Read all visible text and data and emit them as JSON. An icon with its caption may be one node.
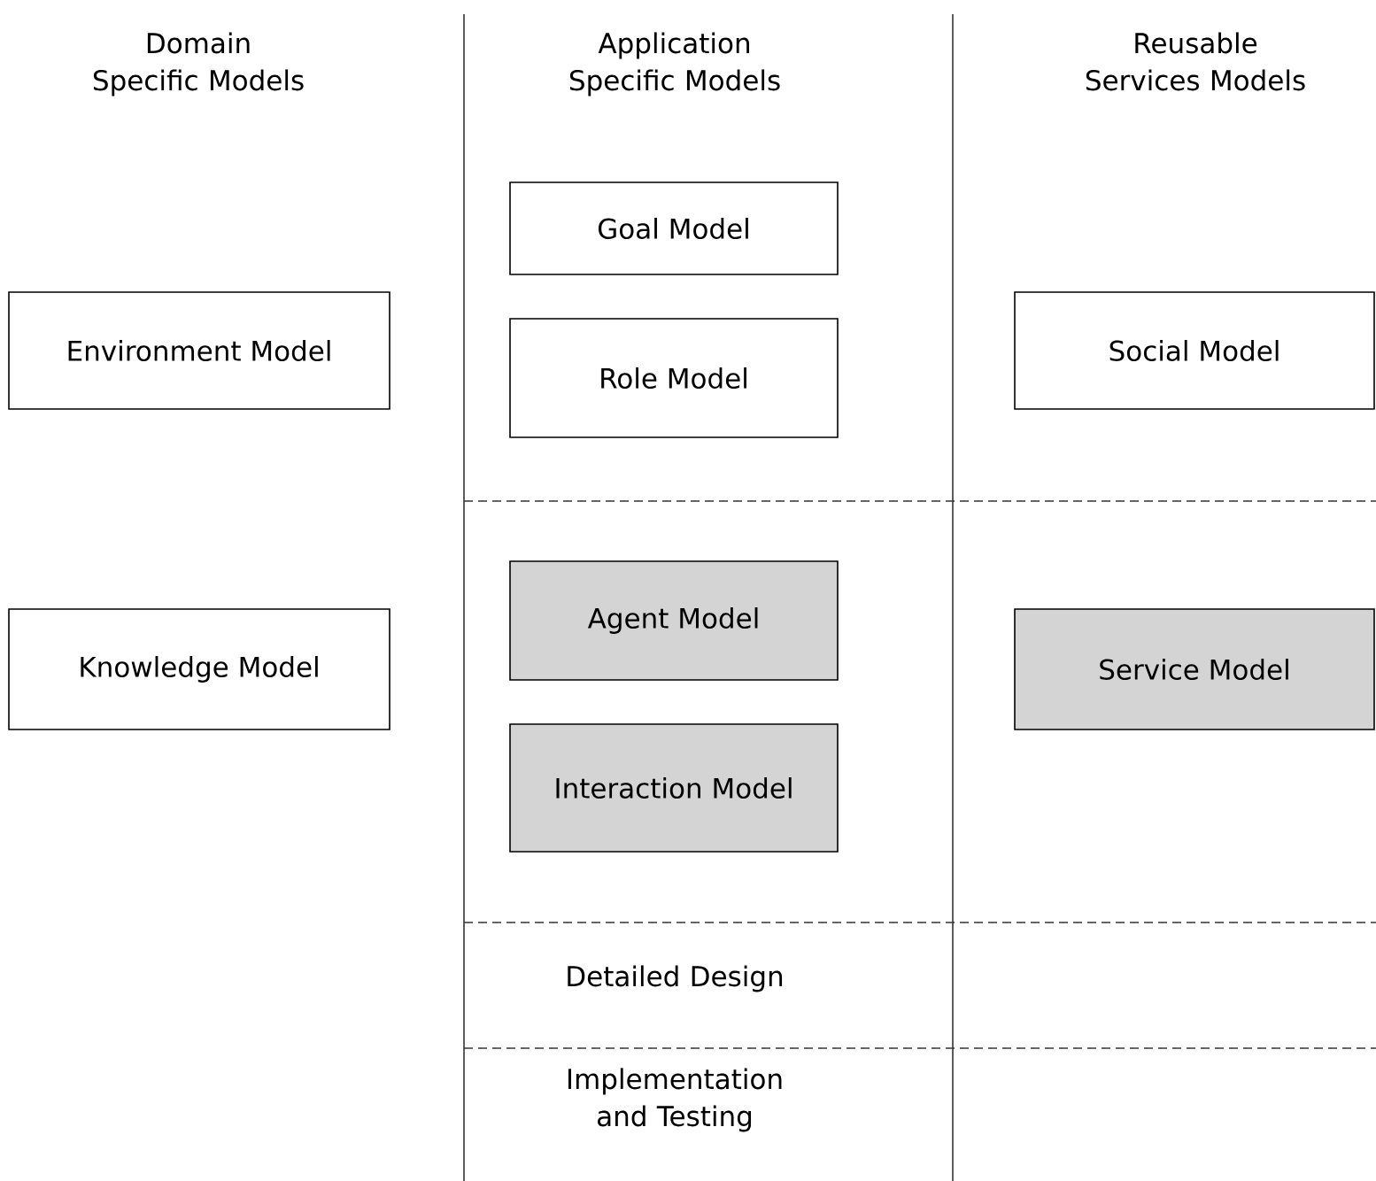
{
  "diagram": {
    "nodes": [
      {
        "text": [
          "Goal Model"
        ]
      },
      {
        "text": [
          "Environment Model"
        ]
      },
      {
        "text": [
          "Role Model"
        ]
      },
      {
        "text": [
          "Social Model"
        ]
      },
      {
        "text": [
          "Agent Model"
        ]
      },
      {
        "text": [
          "Knowledge Model"
        ]
      },
      {
        "text": [
          "Service Model"
        ]
      },
      {
        "text": [
          "Interaction Model"
        ]
      }
    ],
    "edges": [],
    "labels": [
      "Domain Specific Models",
      "Application Specific Models",
      "Reusable Services Models",
      "Detailed Design",
      "Implementation and Testing"
    ]
  }
}
